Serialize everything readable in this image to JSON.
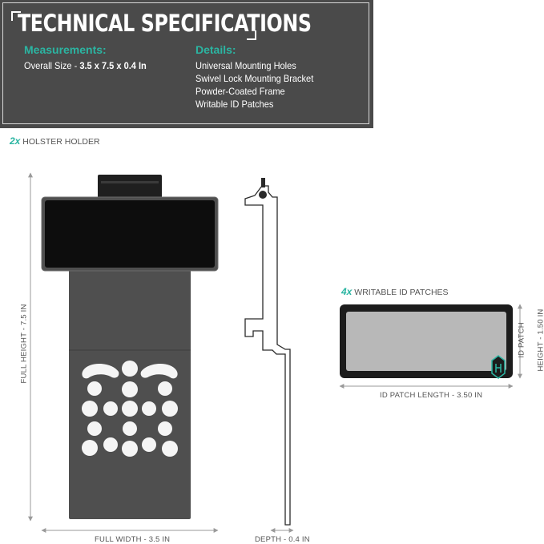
{
  "header": {
    "title": "TECHNICAL SPECIFICATIONS",
    "measurements_heading": "Measurements:",
    "overall_size_label": "Overall Size - ",
    "overall_size_value": "3.5 x 7.5 x 0.4 In",
    "details_heading": "Details:",
    "details": [
      "Universal Mounting Holes",
      "Swivel Lock Mounting Bracket",
      "Powder-Coated Frame",
      "Writable ID Patches"
    ]
  },
  "holder": {
    "qty": "2x",
    "label": "HOLSTER HOLDER"
  },
  "patches": {
    "qty": "4x",
    "label": "WRITABLE ID PATCHES"
  },
  "dimensions": {
    "full_height": "FULL HEIGHT - 7.5 IN",
    "full_width": "FULL WIDTH - 3.5 IN",
    "depth": "DEPTH - 0.4 IN",
    "patch_length": "ID PATCH LENGTH - 3.50 IN",
    "patch_height_1": "ID PATCH",
    "patch_height_2": "HEIGHT - 1.50 IN"
  },
  "colors": {
    "accent": "#2bb5a2",
    "panel": "#4a4a4a",
    "frame": "#4f4f4f",
    "dim_line": "#9a9a9a"
  }
}
